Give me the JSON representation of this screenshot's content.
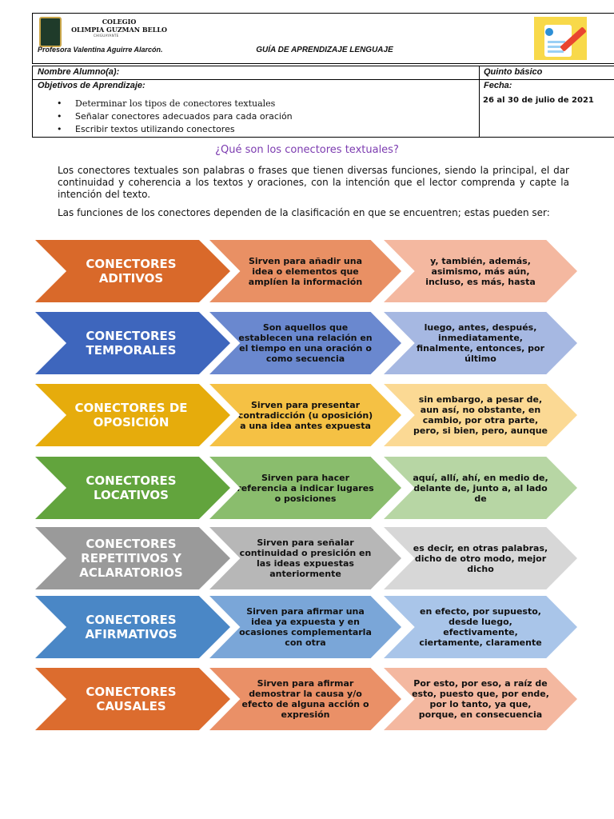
{
  "header": {
    "school_line1": "COLEGIO",
    "school_line2": "OLIMPIA GUZMAN BELLO",
    "school_sub": "CHIGUAYANTE",
    "teacher": "Profesora Valentina Aguirre Alarcón.",
    "guide_title": "GUÍA DE APRENDIZAJE LENGUAJE"
  },
  "info": {
    "student_label": "Nombre Alumno(a):",
    "grade": "Quinto básico",
    "objectives_label": "Objetivos de Aprendizaje:",
    "date_label": "Fecha:",
    "date_value": "26 al 30 de julio de 2021",
    "objectives": [
      "Determinar los tipos de conectores textuales",
      "Señalar conectores adecuados para cada oración",
      "Escribir textos utilizando conectores"
    ]
  },
  "intro": {
    "question": "¿Qué son los conectores textuales?",
    "paragraph1": "Los conectores textuales son palabras o frases que tienen diversas funciones, siendo la principal, el dar continuidad y coherencia a los textos y oraciones, con la intención que el lector comprenda y capte la intención del texto.",
    "paragraph2": "Las funciones de los conectores dependen de la clasificación en que se encuentren; estas pueden ser:"
  },
  "connectors": [
    {
      "title": "CONECTORES ADITIVOS",
      "description": "Sirven para añadir una idea o elementos que amplíen la información",
      "examples": "y, también, además, asimismo, más aún, incluso, es más, hasta",
      "colors": [
        "#d9692a",
        "#e99064",
        "#f4b8a0"
      ]
    },
    {
      "title": "CONECTORES TEMPORALES",
      "description": "Son aquellos que establecen una relación en el tiempo en una oración o como secuencia",
      "examples": "luego, antes, después, inmediatamente, finalmente, entonces, por último",
      "colors": [
        "#3e66bd",
        "#6a88cf",
        "#a6b8e2"
      ]
    },
    {
      "title": "CONECTORES DE OPOSICIÓN",
      "description": "Sirven para presentar contradicción (u oposición) a una idea antes expuesta",
      "examples": "sin embargo, a pesar de, aun así, no obstante, en cambio, por otra parte, pero, si bien, pero, aunque",
      "colors": [
        "#e6ac0c",
        "#f5c144",
        "#fbd994"
      ]
    },
    {
      "title": "CONECTORES LOCATIVOS",
      "description": "Sirven para hacer referencia a indicar lugares o posiciones",
      "examples": "aquí, allí, ahí, en medio de, delante de, junto a, al lado de",
      "colors": [
        "#62a43d",
        "#8abd6d",
        "#b7d6a4"
      ]
    },
    {
      "title": "CONECTORES REPETITIVOS Y ACLARATORIOS",
      "description": "Sirven para señalar continuidad o presición en las ideas expuestas anteriormente",
      "examples": "es decir, en otras palabras, dicho de otro modo, mejor dicho",
      "colors": [
        "#9a9a9a",
        "#b7b7b7",
        "#d7d7d7"
      ]
    },
    {
      "title": "CONECTORES AFIRMATIVOS",
      "description": "Sirven para afirmar una idea ya expuesta y en ocasiones complementarla con otra",
      "examples": "en efecto, por supuesto, desde luego, efectivamente, ciertamente, claramente",
      "colors": [
        "#4a87c6",
        "#7aa6d8",
        "#a9c5e9"
      ]
    },
    {
      "title": "CONECTORES CAUSALES",
      "description": "Sirven para afirmar demostrar la causa y/o efecto de alguna acción o expresión",
      "examples": "Por esto, por eso, a raíz de esto, puesto que, por ende, por lo tanto, ya que, porque, en consecuencia",
      "colors": [
        "#dc6c2e",
        "#ea9067",
        "#f4b8a0"
      ]
    }
  ]
}
